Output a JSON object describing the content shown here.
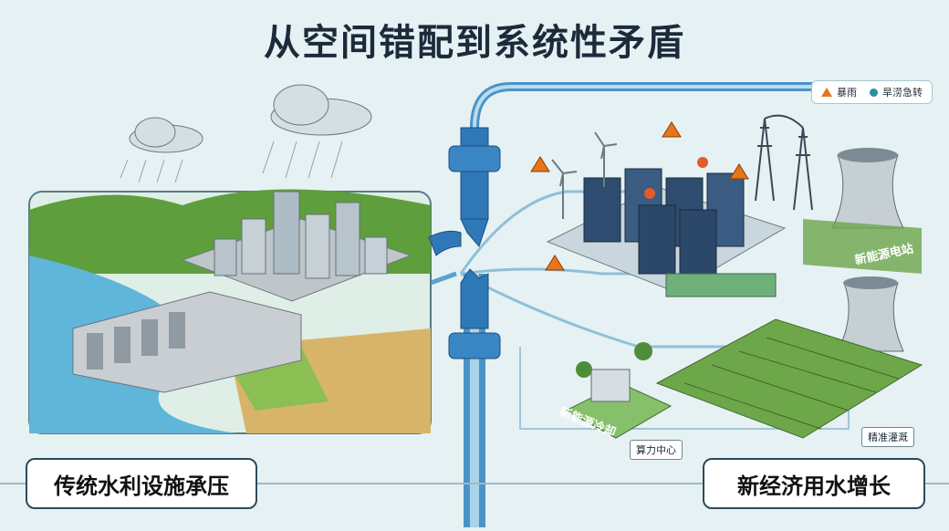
{
  "title": "从空间错配到系统性矛盾",
  "legend": {
    "items": [
      {
        "label": "暴雨",
        "icon": "warning-triangle-icon",
        "color": "#e8751a"
      },
      {
        "label": "旱涝急转",
        "icon": "teal-dot-icon",
        "color": "#2e8fa6"
      }
    ]
  },
  "captions": {
    "left": "传统水利设施承压",
    "right": "新经济用水增长"
  },
  "labels": {
    "compute_center": "算力中心",
    "precision_irrigation": "精准灌溉",
    "new_energy_station": "新能源电站",
    "cooling_side": "新能源冷却"
  },
  "colors": {
    "water": "#5fb6d8",
    "pipe": "#2f78b8",
    "terrain": "#74b84a",
    "background": "#e6f1f4"
  }
}
